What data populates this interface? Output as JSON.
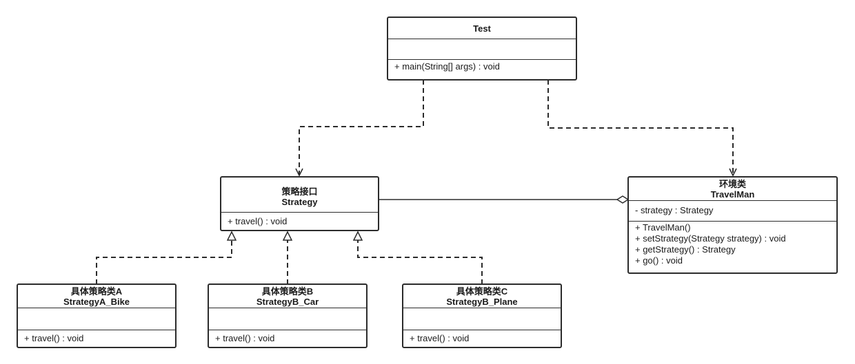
{
  "test": {
    "name": "Test",
    "attributes": [],
    "operations": [
      "+ main(String[] args) : void"
    ]
  },
  "strategy": {
    "stereotype": "策略接口",
    "name": "Strategy",
    "operations": [
      "+ travel() : void"
    ]
  },
  "travelman": {
    "stereotype": "环境类",
    "name": "TravelMan",
    "attributes": [
      "- strategy : Strategy"
    ],
    "operations": [
      "+ TravelMan()",
      "+ setStrategy(Strategy strategy) : void",
      "+ getStrategy() : Strategy",
      "+ go() : void"
    ]
  },
  "strategy_a": {
    "stereotype": "具体策略类A",
    "name": "StrategyA_Bike",
    "attributes": [],
    "operations": [
      "+ travel() : void"
    ]
  },
  "strategy_b": {
    "stereotype": "具体策略类B",
    "name": "StrategyB_Car",
    "attributes": [],
    "operations": [
      "+ travel() : void"
    ]
  },
  "strategy_c": {
    "stereotype": "具体策略类C",
    "name": "StrategyB_Plane",
    "attributes": [],
    "operations": [
      "+ travel() : void"
    ]
  },
  "colors": {
    "line": "#2b2b2b",
    "background": "#ffffff"
  }
}
